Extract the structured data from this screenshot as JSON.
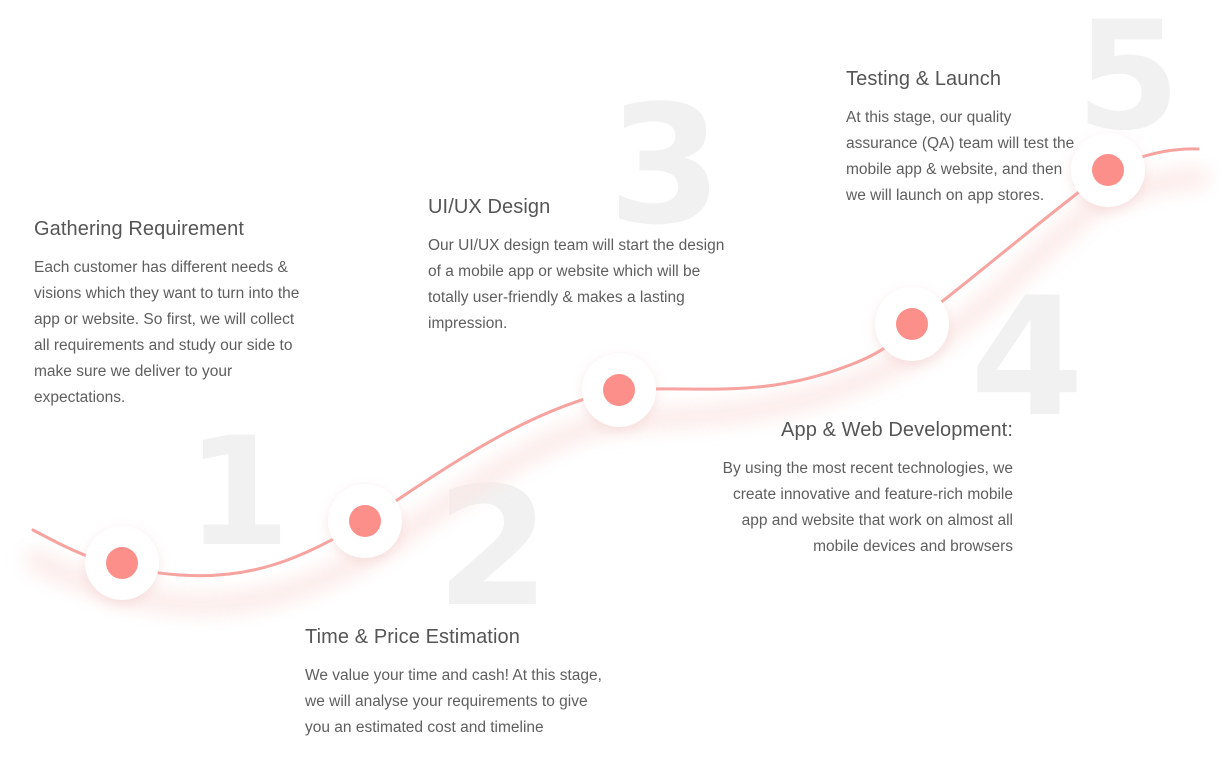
{
  "steps": [
    {
      "number": "1",
      "title": "Gathering Requirement",
      "text": "Each customer has different needs & visions which they want to turn into the app or website. So first, we will collect all requirements and study our side to make sure we deliver to your expectations."
    },
    {
      "number": "2",
      "title": "Time & Price Estimation",
      "text": "We value your time and cash! At this stage, we will analyse your requirements to give you an estimated cost and timeline"
    },
    {
      "number": "3",
      "title": "UI/UX Design",
      "text": "Our UI/UX design team will start the design of a mobile app or website which will be totally user-friendly & makes a lasting impression."
    },
    {
      "number": "4",
      "title": "App & Web Development:",
      "text": "By using the most recent technologies, we create innovative and feature-rich mobile app and website that work on almost all mobile devices and browsers"
    },
    {
      "number": "5",
      "title": "Testing & Launch",
      "text": "At this stage, our quality assurance (QA) team will test the mobile app & website, and then we will launch on app stores."
    }
  ],
  "colors": {
    "path": "#f7a39f",
    "dot": "#fd8f8a",
    "number": "#f1f1f1",
    "text": "#5e5e5e"
  }
}
